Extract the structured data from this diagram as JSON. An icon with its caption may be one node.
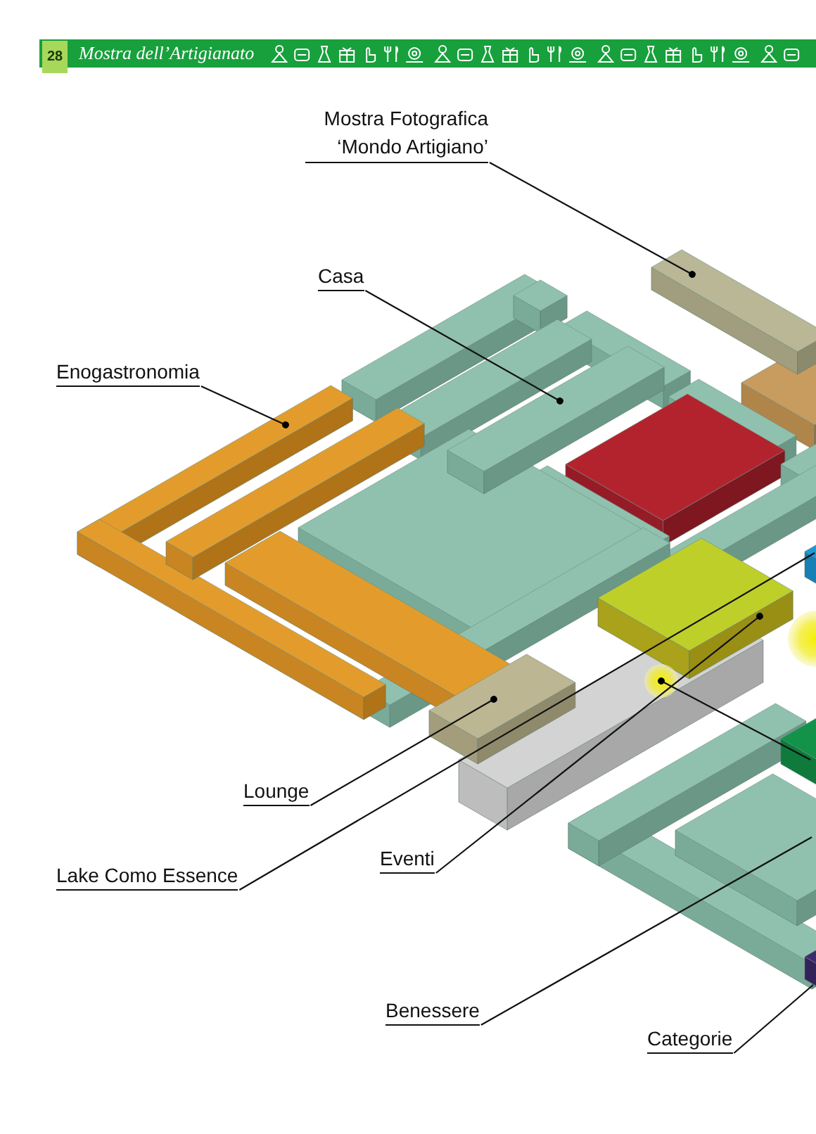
{
  "diagram": {
    "nodes": [
      {
        "text": [
          "Mostra Fotografica ‘Mondo Artigiano’"
        ]
      },
      {
        "text": [],
        "shape": "box"
      },
      {
        "text": [
          "Casa"
        ]
      },
      {
        "text": [],
        "shape": "box"
      },
      {
        "text": [
          "Enogastronomia"
        ]
      },
      {
        "text": [],
        "shape": "box"
      },
      {
        "text": [
          "Lounge"
        ]
      },
      {
        "text": [],
        "shape": "box"
      },
      {
        "text": [
          "Lake Como Essence"
        ]
      },
      {
        "text": [
          "Eventi"
        ]
      },
      {
        "text": [],
        "shape": "box"
      },
      {
        "text": [],
        "shape": "circle"
      },
      {
        "text": [
          "Benessere"
        ]
      },
      {
        "text": [
          "Categorie"
        ]
      },
      {
        "text": [],
        "shape": "box"
      },
      {
        "text": [],
        "shape": "box"
      },
      {
        "text": [],
        "shape": "box"
      },
      {
        "text": [],
        "shape": "box"
      }
    ],
    "edges": [
      {
        "from": 0,
        "to": 1,
        "arrow": "other"
      },
      {
        "from": 2,
        "to": 3,
        "arrow": "other"
      },
      {
        "from": 4,
        "to": 5,
        "arrow": "other"
      },
      {
        "from": 6,
        "to": 7,
        "arrow": "other"
      },
      {
        "from": 8,
        "to": 14,
        "arrow": "none"
      },
      {
        "from": 9,
        "to": 10,
        "arrow": "other"
      },
      {
        "from": 16,
        "to": 11,
        "arrow": "other"
      },
      {
        "from": 12,
        "to": 15,
        "arrow": "none"
      },
      {
        "from": 13,
        "to": 17,
        "arrow": "none"
      }
    ],
    "labels": [
      "28",
      "Mostra dell’Artigianato"
    ]
  }
}
